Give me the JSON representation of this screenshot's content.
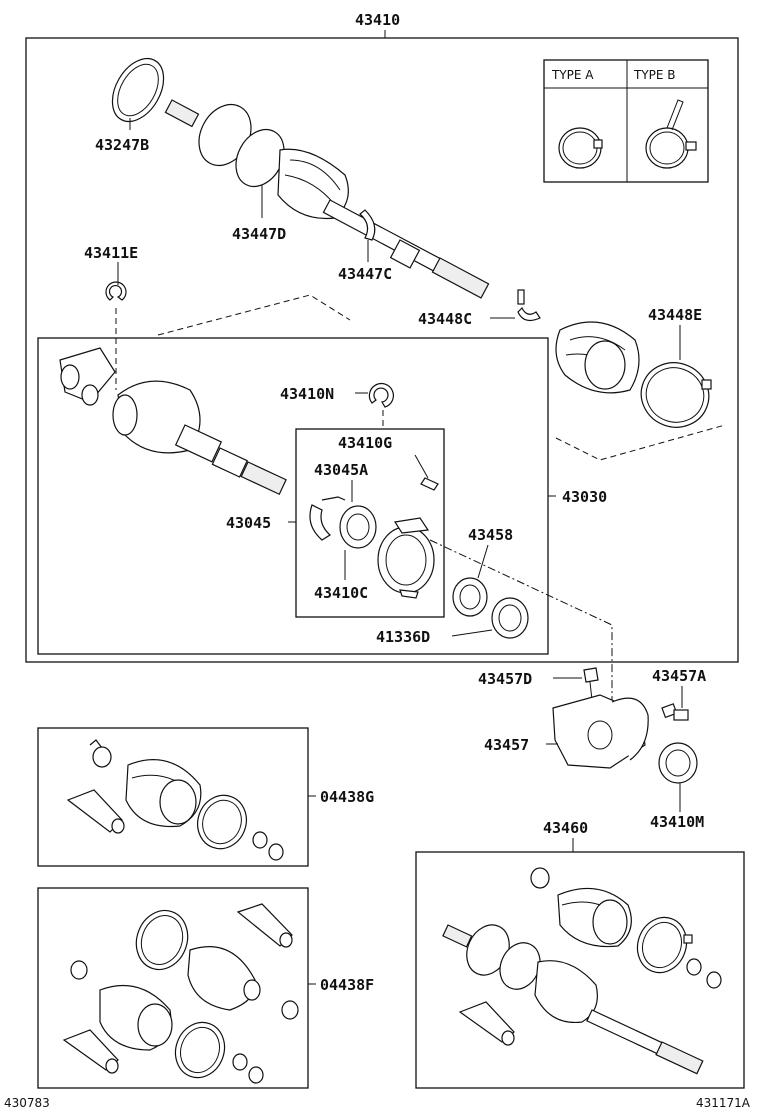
{
  "labels": {
    "assy_main": "43410",
    "ring_43247b": "43247B",
    "boot_43447d": "43447D",
    "band_43447c": "43447C",
    "clip_43411e": "43411E",
    "band_43448c": "43448C",
    "band_43448e": "43448E",
    "ring_43410n": "43410N",
    "pin_43410g": "43410G",
    "bearing_43045a": "43045A",
    "bearing_43045": "43045",
    "joint_43030": "43030",
    "seal_43458": "43458",
    "seal_41336d": "41336D",
    "ring_43410c": "43410C",
    "bolt_43457d": "43457D",
    "bolt_43457a": "43457A",
    "bracket_43457": "43457",
    "seal_43410m": "43410M",
    "kit_04438g": "04438G",
    "kit_04438f": "04438F",
    "assy_43460": "43460",
    "type_a": "TYPE A",
    "type_b": "TYPE B",
    "ref_left": "430783",
    "ref_right": "431171A"
  }
}
